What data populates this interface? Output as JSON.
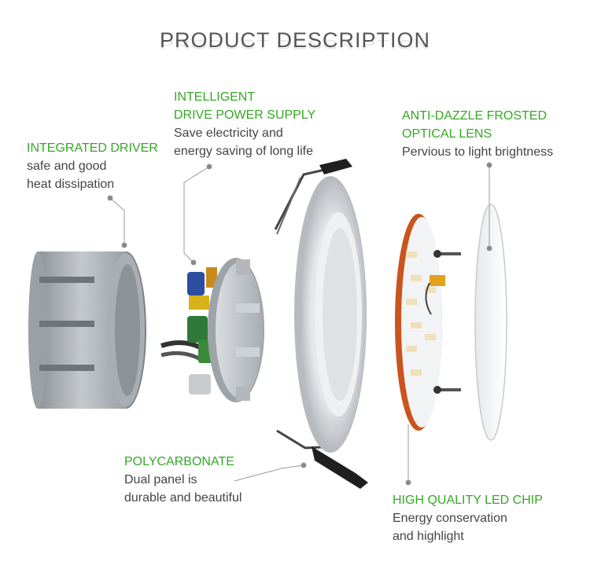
{
  "title": "PRODUCT DESCRIPTION",
  "features": {
    "integrated_driver": {
      "heading": "INTEGRATED DRIVER",
      "line1": "safe and good",
      "line2": "heat dissipation"
    },
    "drive_power": {
      "heading1": "INTELLIGENT",
      "heading2": "DRIVE POWER SUPPLY",
      "line1": "Save electricity and",
      "line2": "energy saving of long life"
    },
    "optical_lens": {
      "heading1": "ANTI-DAZZLE FROSTED",
      "heading2": "OPTICAL LENS",
      "line1": "Pervious to light brightness"
    },
    "polycarbonate": {
      "heading": "POLYCARBONATE",
      "line1": "Dual panel is",
      "line2": "durable and beautiful"
    },
    "led_chip": {
      "heading": "HIGH QUALITY LED CHIP",
      "line1": "Energy conservation",
      "line2": "and highlight"
    }
  },
  "colors": {
    "heading_green": "#34a824",
    "text": "#444444"
  }
}
